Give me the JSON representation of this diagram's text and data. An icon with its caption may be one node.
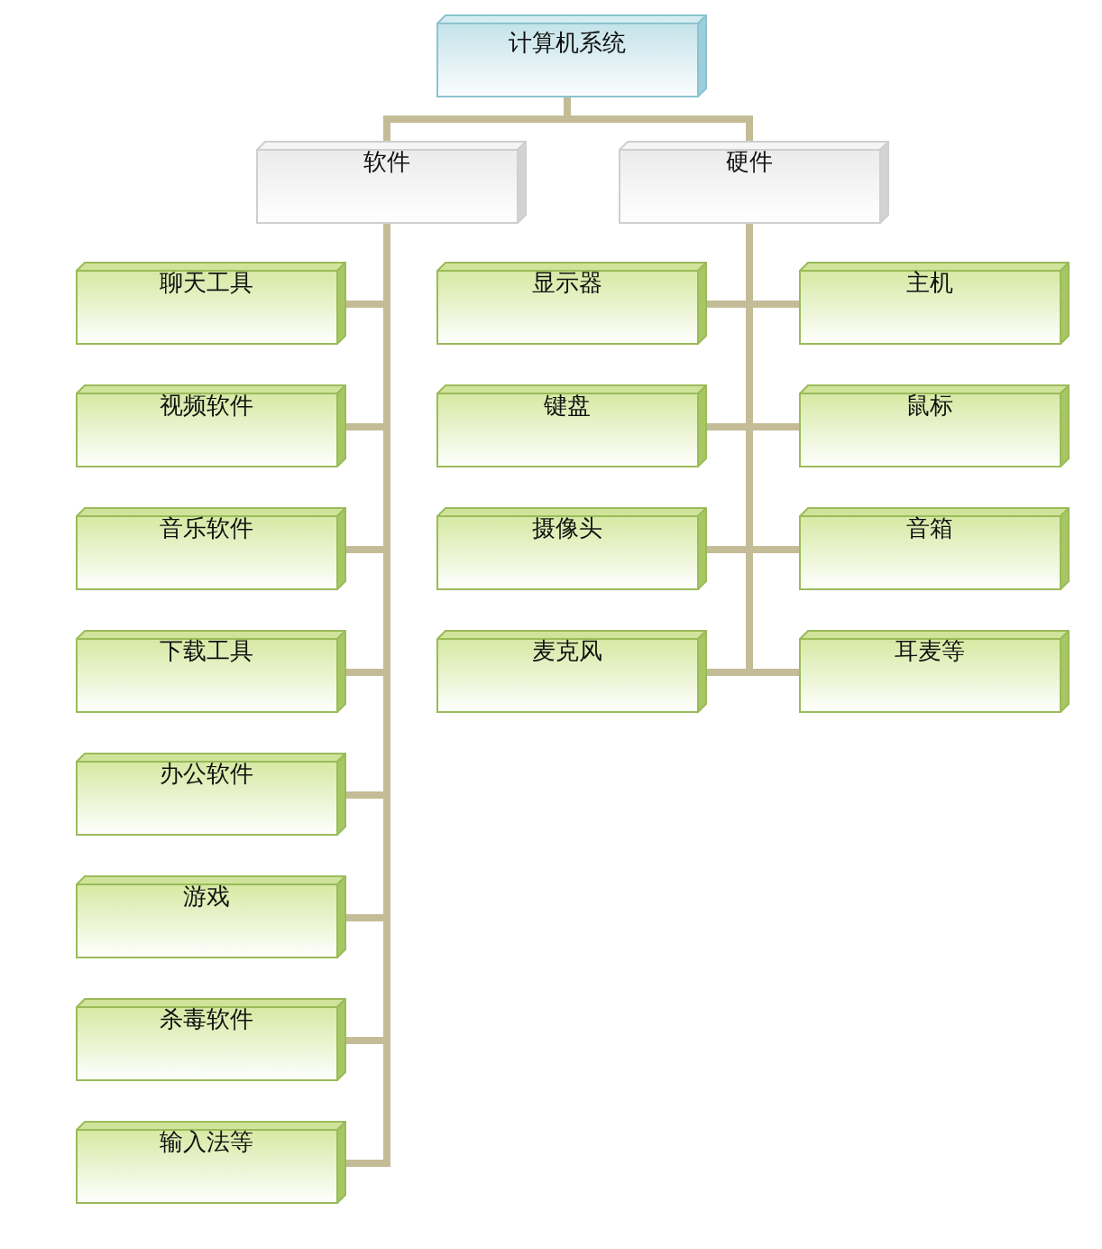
{
  "diagram": {
    "nodes": [
      {
        "text": [
          "计算机系统"
        ]
      },
      {
        "text": [
          "软件"
        ]
      },
      {
        "text": [
          "硬件"
        ]
      },
      {
        "text": [
          "聊天工具"
        ]
      },
      {
        "text": [
          "显示器"
        ]
      },
      {
        "text": [
          "主机"
        ]
      },
      {
        "text": [
          "视频软件"
        ]
      },
      {
        "text": [
          "键盘"
        ]
      },
      {
        "text": [
          "鼠标"
        ]
      },
      {
        "text": [
          "音乐软件"
        ]
      },
      {
        "text": [
          "摄像头"
        ]
      },
      {
        "text": [
          "音箱"
        ]
      },
      {
        "text": [
          "下载工具"
        ]
      },
      {
        "text": [
          "麦克风"
        ]
      },
      {
        "text": [
          "耳麦等"
        ]
      },
      {
        "text": [
          "办公软件"
        ]
      },
      {
        "text": [
          "游戏"
        ]
      },
      {
        "text": [
          "杀毒软件"
        ]
      },
      {
        "text": [
          "输入法等"
        ]
      }
    ],
    "edges": [
      {
        "from": 0,
        "to": 1,
        "arrow": "none"
      },
      {
        "from": 0,
        "to": 2,
        "arrow": "none"
      },
      {
        "from": 1,
        "to": 3,
        "arrow": "none"
      },
      {
        "from": 1,
        "to": 6,
        "arrow": "none"
      },
      {
        "from": 1,
        "to": 9,
        "arrow": "none"
      },
      {
        "from": 1,
        "to": 12,
        "arrow": "none"
      },
      {
        "from": 1,
        "to": 15,
        "arrow": "none"
      },
      {
        "from": 1,
        "to": 16,
        "arrow": "none"
      },
      {
        "from": 1,
        "to": 17,
        "arrow": "none"
      },
      {
        "from": 1,
        "to": 18,
        "arrow": "none"
      },
      {
        "from": 2,
        "to": 4,
        "arrow": "none"
      },
      {
        "from": 2,
        "to": 5,
        "arrow": "none"
      },
      {
        "from": 2,
        "to": 7,
        "arrow": "none"
      },
      {
        "from": 2,
        "to": 8,
        "arrow": "none"
      },
      {
        "from": 2,
        "to": 10,
        "arrow": "none"
      },
      {
        "from": 2,
        "to": 11,
        "arrow": "none"
      },
      {
        "from": 2,
        "to": 13,
        "arrow": "none"
      },
      {
        "from": 2,
        "to": 14,
        "arrow": "none"
      }
    ]
  }
}
